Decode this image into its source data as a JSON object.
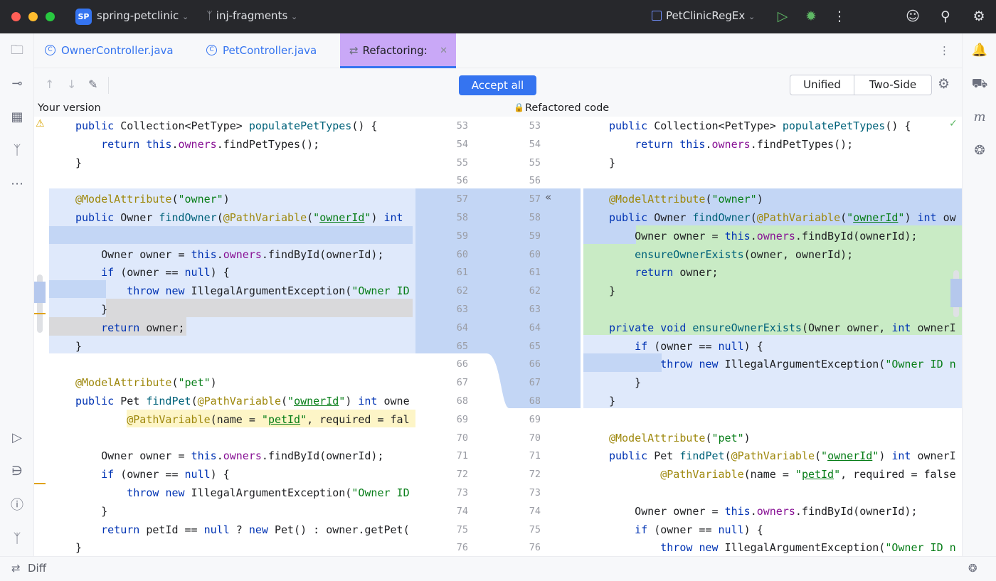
{
  "window": {
    "project_badge": "SP",
    "project_name": "spring-petclinic",
    "branch": "inj-fragments",
    "run_config": "PetClinicRegEx"
  },
  "tabs": [
    {
      "label": "OwnerController.java",
      "icon": "class-icon"
    },
    {
      "label": "PetController.java",
      "icon": "class-icon"
    },
    {
      "label": "Refactoring:",
      "icon": "diff-icon",
      "active": true
    }
  ],
  "toolbar": {
    "accept_all": "Accept all",
    "view_unified": "Unified",
    "view_two_side": "Two-Side"
  },
  "captions": {
    "left": "Your version",
    "right": "Refactored code"
  },
  "status": {
    "label": "Diff"
  },
  "colors": {
    "accent": "#3574f0",
    "tab_active": "#c9a8f7",
    "changed": "#dfe9fb",
    "changed_strong": "#c3d6f5",
    "added": "#c9ebc5",
    "deleted": "#d9d9db",
    "conflict": "#fdf5c7"
  },
  "line_numbers_left": [
    "53",
    "54",
    "55",
    "56",
    "57",
    "58",
    "59",
    "60",
    "61",
    "62",
    "63",
    "64",
    "65",
    "66",
    "67",
    "68",
    "69",
    "70",
    "71",
    "72",
    "73",
    "74",
    "75",
    "76"
  ],
  "line_numbers_right": [
    "53",
    "54",
    "55",
    "56",
    "57",
    "58",
    "59",
    "60",
    "61",
    "62",
    "63",
    "64",
    "65",
    "66",
    "67",
    "68",
    "69",
    "70",
    "71",
    "72",
    "73",
    "74",
    "75",
    "76"
  ],
  "left_code": [
    "public Collection<PetType> populatePetTypes() {",
    "    return this.owners.findPetTypes();",
    "}",
    "",
    "@ModelAttribute(\"owner\")",
    "public Owner findOwner(@PathVariable(\"ownerId\") int",
    "",
    "    Owner owner = this.owners.findById(ownerId);",
    "    if (owner == null) {",
    "        throw new IllegalArgumentException(\"Owner ID",
    "    }",
    "    return owner;",
    "}",
    "",
    "@ModelAttribute(\"pet\")",
    "public Pet findPet(@PathVariable(\"ownerId\") int owne",
    "        @PathVariable(name = \"petId\", required = fal",
    "",
    "    Owner owner = this.owners.findById(ownerId);",
    "    if (owner == null) {",
    "        throw new IllegalArgumentException(\"Owner ID",
    "    }",
    "    return petId == null ? new Pet() : owner.getPet(",
    "}"
  ],
  "right_code": [
    "public Collection<PetType> populatePetTypes() {",
    "    return this.owners.findPetTypes();",
    "}",
    "",
    "@ModelAttribute(\"owner\")",
    "public Owner findOwner(@PathVariable(\"ownerId\") int ow",
    "    Owner owner = this.owners.findById(ownerId);",
    "    ensureOwnerExists(owner, ownerId);",
    "    return owner;",
    "}",
    "",
    "private void ensureOwnerExists(Owner owner, int ownerI",
    "    if (owner == null) {",
    "        throw new IllegalArgumentException(\"Owner ID n",
    "    }",
    "}",
    "",
    "@ModelAttribute(\"pet\")",
    "public Pet findPet(@PathVariable(\"ownerId\") int ownerI",
    "        @PathVariable(name = \"petId\", required = false",
    "",
    "    Owner owner = this.owners.findById(ownerId);",
    "    if (owner == null) {",
    "        throw new IllegalArgumentException(\"Owner ID n"
  ]
}
